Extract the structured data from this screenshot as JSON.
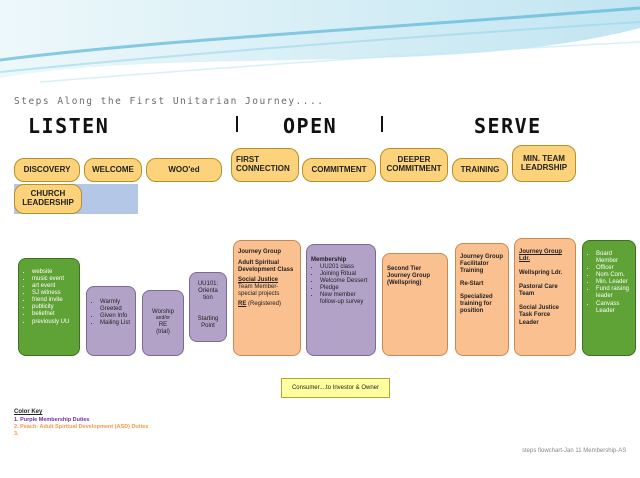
{
  "subtitle": "Steps Along the First Unitarian Journey....",
  "phases": [
    "LISTEN",
    "OPEN",
    "SERVE"
  ],
  "stages": {
    "discovery": "DISCOVERY",
    "welcome": "WELCOME",
    "wooed": "WOO'ed",
    "first_connection": "FIRST CONNECTION",
    "commitment": "COMMITMENT",
    "deeper_commitment": "DEEPER COMMITMENT",
    "training": "TRAINING",
    "min_team_leadership": "MIN. TEAM LEADRSHIP",
    "church_leadership": "CHURCH LEADERSHIP"
  },
  "boxes": {
    "discovery_items": [
      "website",
      "music event",
      "art event",
      "SJ witness",
      "friend invite",
      "publicity",
      "beliefnet",
      "previously UU"
    ],
    "welcome_items": [
      "Warmly Greeted",
      "Given Info",
      "Mailing List"
    ],
    "worship": {
      "line1": "Worship",
      "line2": "and/or",
      "line3": "RE",
      "line4": "(trial)"
    },
    "uu101": {
      "line1": "UU101: Orienta tion",
      "line2": "Starting Point"
    },
    "journey": {
      "title": "Journey Group",
      "asd": "Adult  Spiritual Development Class",
      "sj_title": "Social Justice",
      "sj_text": "Team Member- special projects",
      "re": "RE",
      "re_note": "(Registered)"
    },
    "membership": {
      "title": "Membership",
      "items": [
        "UU201 class",
        "Joining Ritual",
        "Welcome Dessert",
        "Pledge",
        "New member follow-up survey"
      ]
    },
    "second_tier": "Second Tier Journey Group (Wellspring)",
    "facilitator": {
      "title": "Journey Group Facilitator Training",
      "restart": "Re-Start",
      "specialized": "Specialized training for position"
    },
    "min_team": {
      "jg_ldr": "Journey Group Ldr.",
      "wellspring_ldr": "Wellspring Ldr.",
      "pastoral": "Pastoral Care Team",
      "sj_leader": "Social Justice Task Force Leader"
    },
    "church_items": [
      "Board Member",
      "Officer",
      "Nom Com.",
      "Min. Leader",
      "Fund raising leader",
      "Canvass Leader"
    ]
  },
  "consumer_note": "Consumer....to Investor & Owner",
  "color_key": {
    "title": "Color Key",
    "lines": [
      "1.  Purple Membership Duties",
      "2.  Peach- Adult Spiritual Development (ASD) Duties",
      "3."
    ]
  },
  "footer": "steps flowchart-Jan 11 Membership-AS",
  "colors": {
    "pill": "#fcd37b",
    "green": "#5fa236",
    "purple": "#b3a2c7",
    "peach": "#fac090",
    "lavender": "#b4c7e7",
    "key_purple": "#7030a0",
    "key_peach": "#f79646"
  }
}
